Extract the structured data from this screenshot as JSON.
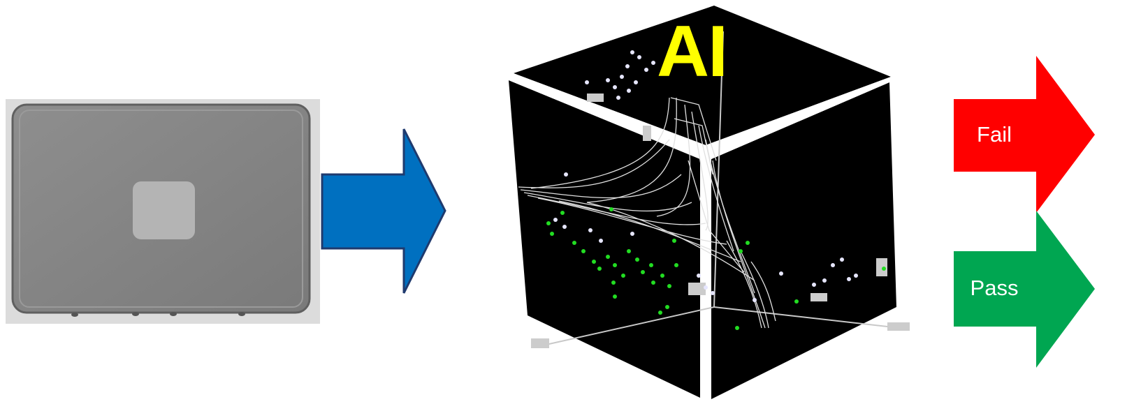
{
  "labels": {
    "ai": "AI",
    "fail": "Fail",
    "pass": "Pass"
  },
  "colors": {
    "input_arrow": "#0070c0",
    "fail": "#ff0000",
    "pass": "#00a651",
    "ai_text": "#ffff00",
    "cube": "#000000",
    "class_a_points": "#e6e6ff",
    "class_b_points": "#22dd22"
  },
  "icons": {
    "photo": "device-xray-photo",
    "process": "right-arrow-icon",
    "model": "3d-classifier-cube",
    "outcome_fail": "fail-arrow-icon",
    "outcome_pass": "pass-arrow-icon"
  }
}
